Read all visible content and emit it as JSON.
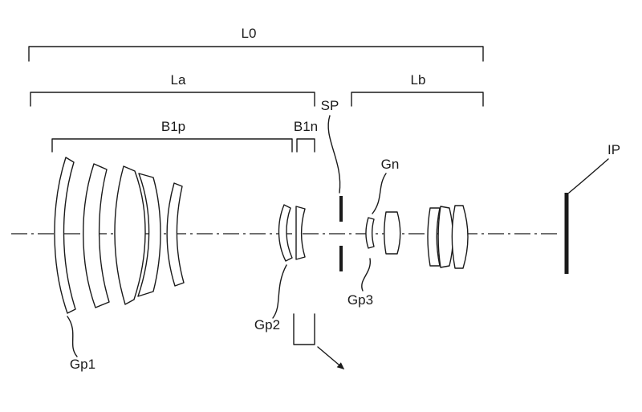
{
  "figure": {
    "type": "patent-lens-optical-diagram",
    "colors": {
      "background": "#ffffff",
      "ink": "#1a1a1a"
    },
    "labels": {
      "l0": "L0",
      "la": "La",
      "lb": "Lb",
      "b1p": "B1p",
      "b1n": "B1n",
      "sp": "SP",
      "gn": "Gn",
      "ip": "IP",
      "gp1": "Gp1",
      "gp2": "Gp2",
      "gp3": "Gp3"
    }
  }
}
